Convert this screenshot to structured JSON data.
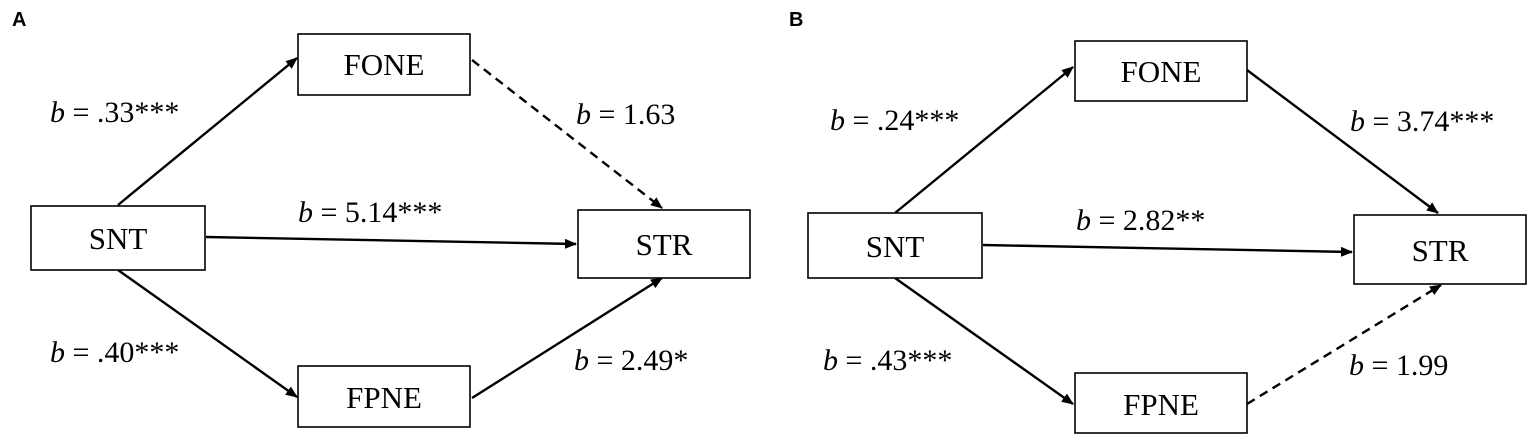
{
  "panels": [
    {
      "label": "A",
      "nodes": {
        "fone": "FONE",
        "snt": "SNT",
        "str": "STR",
        "fpne": "FPNE"
      },
      "paths": {
        "snt_fone": {
          "b": "b",
          "value": " = .33***",
          "style": "solid"
        },
        "fone_str": {
          "b": "b",
          "value": " = 1.63",
          "style": "dashed"
        },
        "snt_str": {
          "b": "b",
          "value": " = 5.14***",
          "style": "solid"
        },
        "snt_fpne": {
          "b": "b",
          "value": " = .40***",
          "style": "solid"
        },
        "fpne_str": {
          "b": "b",
          "value": " = 2.49*",
          "style": "solid"
        }
      }
    },
    {
      "label": "B",
      "nodes": {
        "fone": "FONE",
        "snt": "SNT",
        "str": "STR",
        "fpne": "FPNE"
      },
      "paths": {
        "snt_fone": {
          "b": "b",
          "value": " = .24***",
          "style": "solid"
        },
        "fone_str": {
          "b": "b",
          "value": " = 3.74***",
          "style": "solid"
        },
        "snt_str": {
          "b": "b",
          "value": " = 2.82**",
          "style": "solid"
        },
        "snt_fpne": {
          "b": "b",
          "value": " = .43***",
          "style": "solid"
        },
        "fpne_str": {
          "b": "b",
          "value": " = 1.99",
          "style": "dashed"
        }
      }
    }
  ]
}
